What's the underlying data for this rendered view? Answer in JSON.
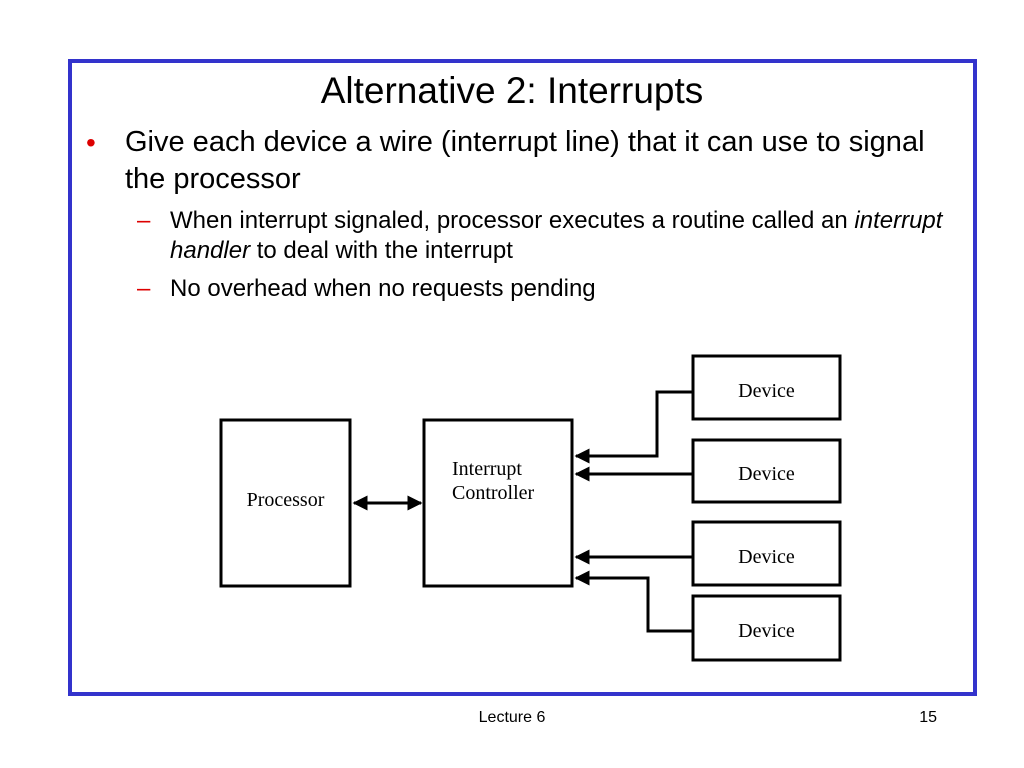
{
  "slide": {
    "title": "Alternative 2: Interrupts",
    "bullets": [
      {
        "mark": "•",
        "text": "Give each device a wire (interrupt line) that it can use to signal the processor",
        "sub": [
          {
            "mark": "–",
            "parts": [
              "When interrupt signaled, processor executes a routine called an ",
              "interrupt handler",
              " to deal with the interrupt"
            ]
          },
          {
            "mark": "–",
            "text": "No overhead when no requests pending"
          }
        ]
      }
    ]
  },
  "diagram": {
    "processor_label": "Processor",
    "controller_label_line1": "Interrupt",
    "controller_label_line2": "Controller",
    "devices": [
      "Device",
      "Device",
      "Device",
      "Device"
    ]
  },
  "footer": {
    "center": "Lecture 6",
    "page_number": "15"
  },
  "colors": {
    "frame_border": "#3333cc",
    "bullet_marks": "#dd0000"
  }
}
